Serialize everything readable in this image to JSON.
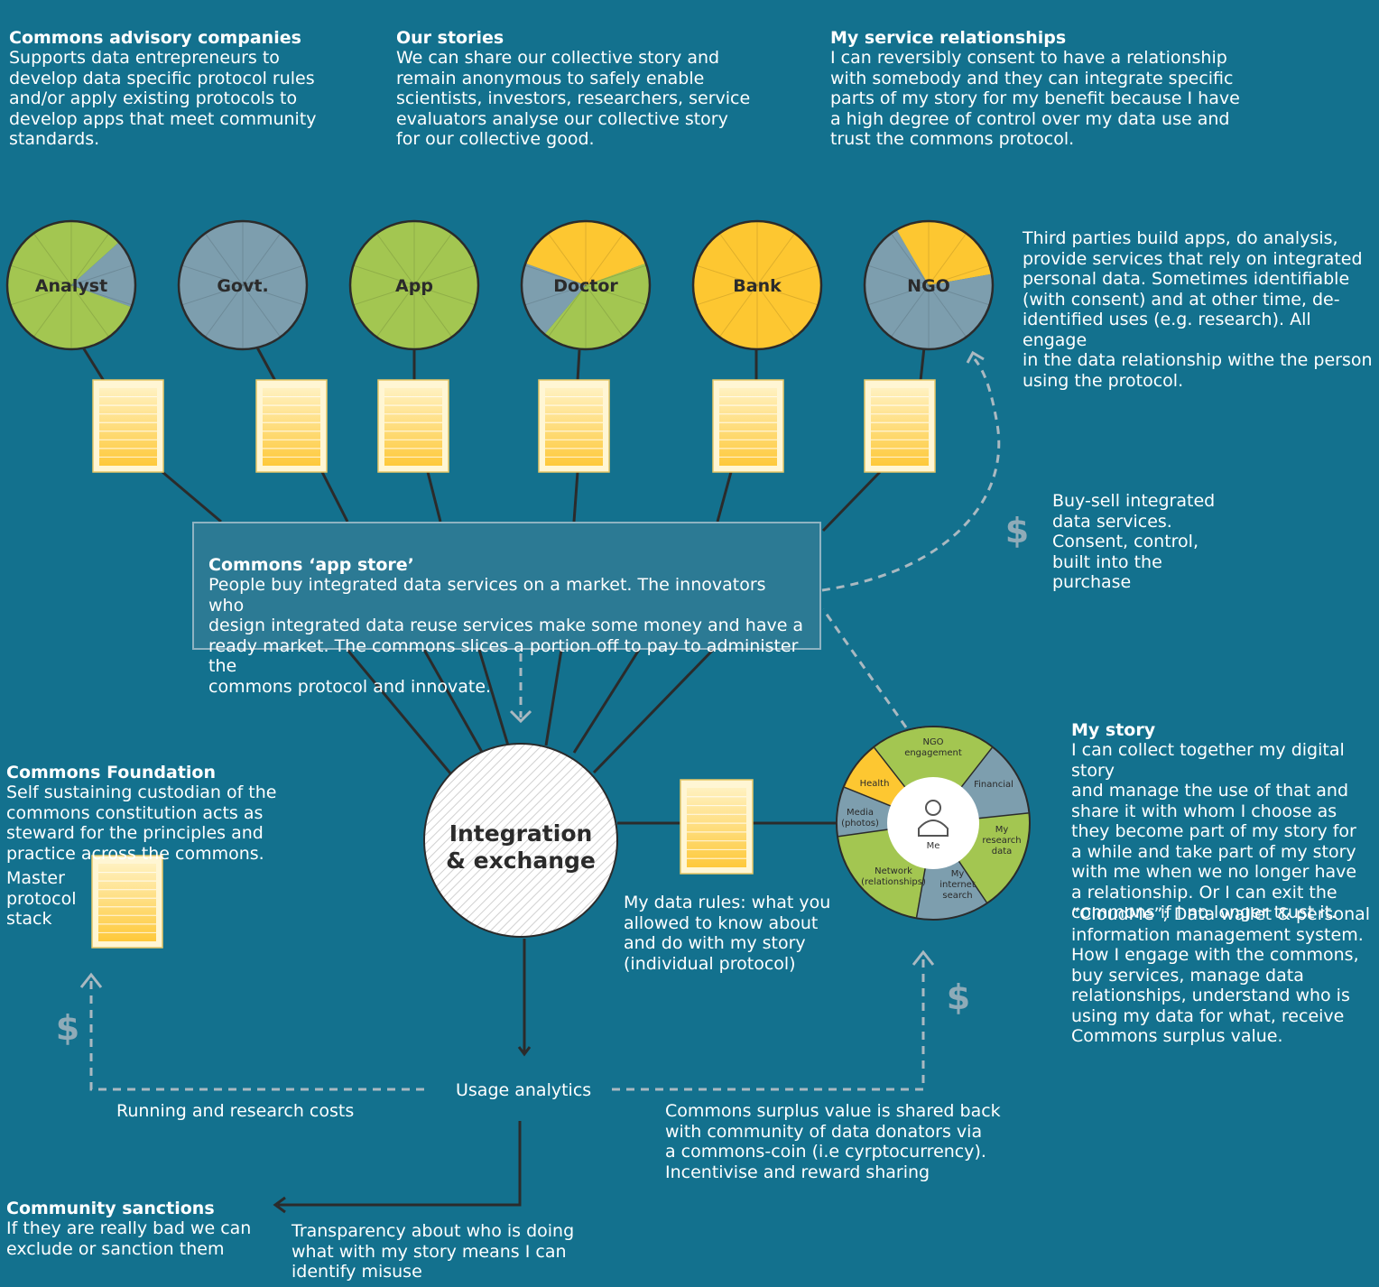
{
  "top": {
    "advisory": {
      "title": "Commons advisory companies",
      "body": "Supports data entrepreneurs to\ndevelop data specific protocol rules\nand/or apply existing protocols to\ndevelop apps that meet community\nstandards."
    },
    "stories": {
      "title": "Our stories",
      "body": "We can share our collective story and\nremain anonymous to safely enable\nscientists, investors, researchers, service\nevaluators analyse our collective story\nfor our collective good."
    },
    "relationships": {
      "title": "My service relationships",
      "body": "I can reversibly consent to have a relationship\nwith somebody and they can integrate specific\nparts of my story for my benefit because I have\na high degree of control over my data use and\ntrust the commons protocol."
    }
  },
  "third_parties": "Third parties build apps, do analysis,\nprovide services that rely on integrated\npersonal data. Sometimes identifiable\n(with consent) and at other time, de-\nidentified uses (e.g. research). All engage\nin the data relationship withe the person\nusing the protocol.",
  "parties": [
    {
      "label": "Analyst"
    },
    {
      "label": "Govt."
    },
    {
      "label": "App"
    },
    {
      "label": "Doctor"
    },
    {
      "label": "Bank"
    },
    {
      "label": "NGO"
    }
  ],
  "buy_sell": "Buy-sell integrated\ndata services.\nConsent, control,\nbuilt into the\npurchase",
  "dollar": "$",
  "app_store": {
    "title": "Commons ‘app store’",
    "body": "People buy integrated data services on a market. The innovators who\ndesign integrated data reuse services make some money and have a\nready market. The commons slices a portion off to pay to administer the\ncommons protocol and innovate."
  },
  "foundation": {
    "title": "Commons Foundation",
    "body": "Self sustaining custodian of the\ncommons constitution acts as\nsteward for the principles and\npractice across the commons."
  },
  "master_protocol": "Master\nprotocol\nstack",
  "integration": {
    "line1": "Integration",
    "line2": "& exchange"
  },
  "data_rules": "My data rules: what you\nallowed to know about\nand do with my story\n(individual protocol)",
  "wheel": {
    "center": "Me",
    "segments": [
      "NGO\nengagement",
      "Financial",
      "My\nresearch\ndata",
      "My\ninternet\nsearch",
      "Network\n(relationships)",
      "Media\n(photos)",
      "Health"
    ]
  },
  "my_story": {
    "title": "My story",
    "body": "I can collect together my digital story\nand manage the use of that and\nshare it with whom I choose as\nthey become part of my story for\na while and take part of my story\nwith me when we no longer have\na relationship. Or I can exit the\ncommons if I no longer trust it.",
    "cloudme": "“CloudMe”; Data wallet & personal\ninformation management system.\nHow I engage with the commons,\nbuy services, manage data\nrelationships, understand who is\nusing my data for what, receive\nCommons surplus value."
  },
  "usage_analytics": "Usage analytics",
  "running_costs": "Running and research costs",
  "surplus": "Commons surplus value is shared back\nwith community of data donators via\na commons-coin (i.e cyrptocurrency).\nIncentivise and reward sharing",
  "sanctions": {
    "title": "Community sanctions",
    "body": "If they are really bad we can\nexclude or sanction them"
  },
  "transparency": "Transparency about who is doing\nwhat with my story means I can\nidentify misuse",
  "colors": {
    "background": "#13718e",
    "green": "#a3c651",
    "grey_blue": "#7d9eae",
    "yellow": "#fdc731",
    "dark": "#2b2b2b"
  }
}
